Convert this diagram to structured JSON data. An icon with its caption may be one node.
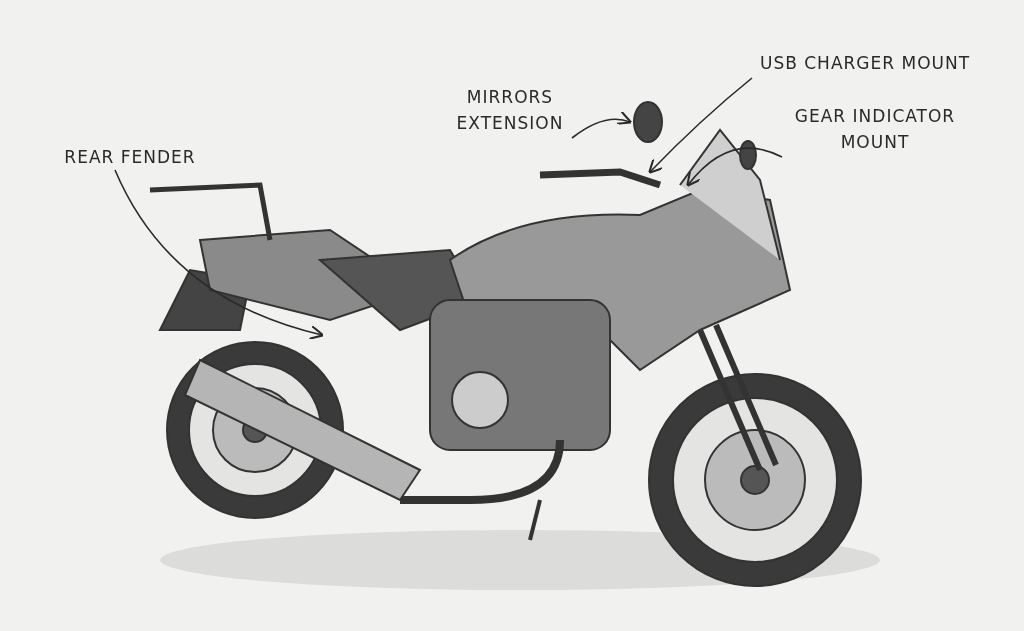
{
  "diagram": {
    "nodes": [
      {
        "text": [
          "REAR FENDER"
        ]
      },
      {
        "text": [
          "MIRRORS EXTENSION"
        ]
      },
      {
        "text": [
          "USB CHARGER MOUNT"
        ]
      },
      {
        "text": [
          "GEAR INDICATOR MOUNT"
        ]
      }
    ],
    "edges": [
      {
        "from": 0,
        "to": null,
        "arrow": "to"
      },
      {
        "from": 1,
        "to": null,
        "arrow": "to"
      },
      {
        "from": 2,
        "to": null,
        "arrow": "to"
      },
      {
        "from": 3,
        "to": null,
        "arrow": "to"
      }
    ]
  }
}
